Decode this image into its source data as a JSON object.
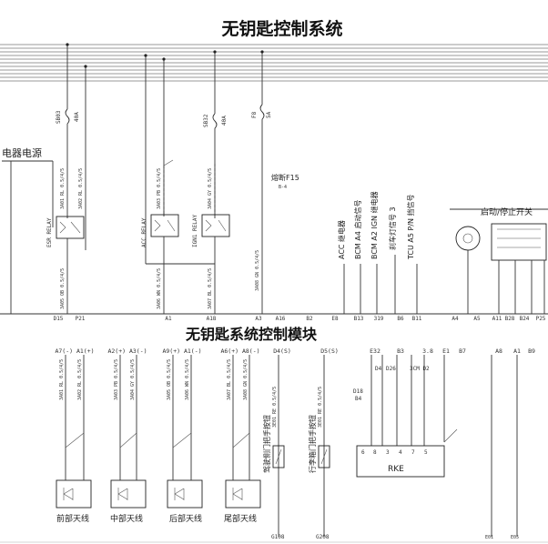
{
  "title": "无钥匙控制系统",
  "module_title": "无钥匙系统控制模块",
  "power_label": "电器电源",
  "fuses": [
    {
      "id": "SB03",
      "rating": "40A"
    },
    {
      "id": "SB32",
      "rating": "40A"
    },
    {
      "id": "F8",
      "rating": "5A"
    }
  ],
  "relays": [
    "ESR RELAY",
    "ACC RELAY",
    "IGN1 RELAY"
  ],
  "fuse_box_label": "熔断F15",
  "fuse_box_sub": "B-4",
  "bcm_labels": [
    "ACC 继电器",
    "BCM A4 启动信号",
    "BCM A2 IGN 继电器",
    "刹车灯信号 3",
    "TCU A5 P/N 挡信号"
  ],
  "right_label": "启动/停止开关",
  "top_pins": [
    "D15",
    "P21",
    "A1",
    "A18",
    "A3",
    "A16",
    "B2",
    "E8",
    "B13",
    "319",
    "B6",
    "B11",
    "A4",
    "A5",
    "A11",
    "B28",
    "B24",
    "P25"
  ],
  "antenna_pins": [
    "A7(-) A1(+)",
    "A2(+) A3(-)",
    "A9(+) A1(-)",
    "A6(+) A8(-)",
    "D4(S)",
    "D5(S)",
    "E32",
    "B3",
    "3.8",
    "E1",
    "B7",
    "A8",
    "A1",
    "B9"
  ],
  "wire_codes": [
    "3A01 RL 0.5/4/5",
    "3A02 RL 0.5/4/5",
    "3A03 PB 0.5/4/5",
    "3A04 GY 0.5/4/5",
    "3A05 OB 0.5/4/5",
    "3A06 WN 0.5/4/5",
    "3A07 BL 0.5/4/5",
    "3A08 GN 0.5/4/5",
    "3E01 RE 0.5/4/5"
  ],
  "antennas": [
    "前部天线",
    "中部天线",
    "后部天线",
    "尾部天线"
  ],
  "switches": [
    "驾驶侧门把手按钮",
    "行李箱门把手按钮"
  ],
  "ground_labels": [
    "G108",
    "G208"
  ],
  "rke_label": "RKE",
  "rke_pins": [
    "6",
    "8",
    "3",
    "4",
    "7",
    "5"
  ],
  "pin_numbers": [
    "D18",
    "B4",
    "D26",
    "D4",
    "3CM D2"
  ],
  "bottom_ground": [
    "E01",
    "E05"
  ]
}
